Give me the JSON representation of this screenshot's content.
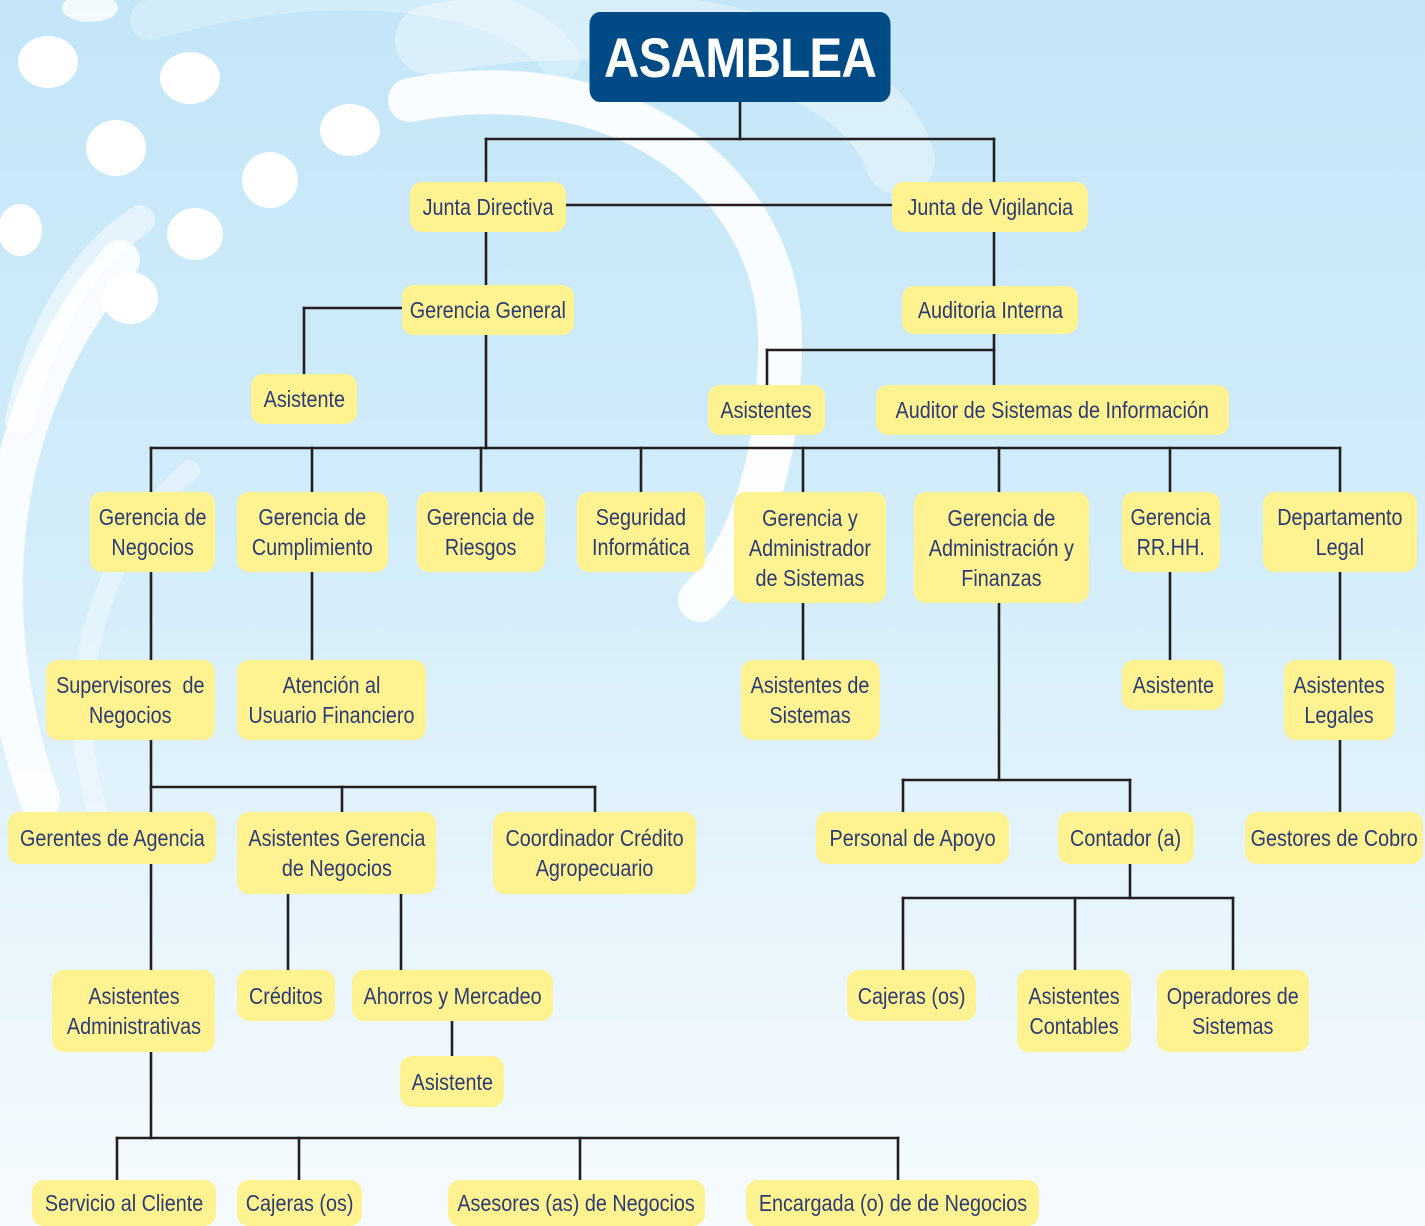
{
  "title": "ASAMBLEA",
  "colors": {
    "title_bg": "#004a86",
    "node_bg": "#fff291",
    "node_text": "#2c3b72",
    "connector": "#231f20"
  },
  "nodes": {
    "junta_directiva": "Junta Directiva",
    "junta_vigilancia": "Junta de Vigilancia",
    "gerencia_general": "Gerencia General",
    "auditoria_interna": "Auditoria Interna",
    "asistente_gg": "Asistente",
    "asistentes_auditoria": "Asistentes",
    "auditor_sistemas": "Auditor de Sistemas de Información",
    "gerencia_negocios": "Gerencia de\nNegocios",
    "gerencia_cumplimiento": "Gerencia de\nCumplimiento",
    "gerencia_riesgos": "Gerencia de\nRiesgos",
    "seguridad_informatica": "Seguridad\nInformática",
    "gerencia_admin_sistemas": "Gerencia y\nAdministrador\nde Sistemas",
    "gerencia_admin_finanzas": "Gerencia de\nAdministración y\nFinanzas",
    "gerencia_rrhh": "Gerencia\nRR.HH.",
    "departamento_legal": "Departamento\nLegal",
    "supervisores_negocios": "Supervisores  de\nNegocios",
    "atencion_usuario": "Atención al\nUsuario Financiero",
    "asistentes_sistemas": "Asistentes de\nSistemas",
    "asistente_rrhh": "Asistente",
    "asistentes_legales": "Asistentes\nLegales",
    "gerentes_agencia": "Gerentes de Agencia",
    "asistentes_gerencia_negocios": "Asistentes Gerencia\nde Negocios",
    "coordinador_credito": "Coordinador Crédito\nAgropecuario",
    "personal_apoyo": "Personal de Apoyo",
    "contador": "Contador (a)",
    "gestores_cobro": "Gestores de Cobro",
    "asistentes_administrativas": "Asistentes\nAdministrativas",
    "creditos": "Créditos",
    "ahorros_mercadeo": "Ahorros y Mercadeo",
    "cajeras_finanzas": "Cajeras (os)",
    "asistentes_contables": "Asistentes\nContables",
    "operadores_sistemas": "Operadores de\nSistemas",
    "asistente_ahorros": "Asistente",
    "servicio_cliente": "Servicio al Cliente",
    "cajeras_agencia": "Cajeras (os)",
    "asesores_negocios": "Asesores (as) de Negocios",
    "encargada_negocios": "Encargada (o) de de Negocios"
  }
}
